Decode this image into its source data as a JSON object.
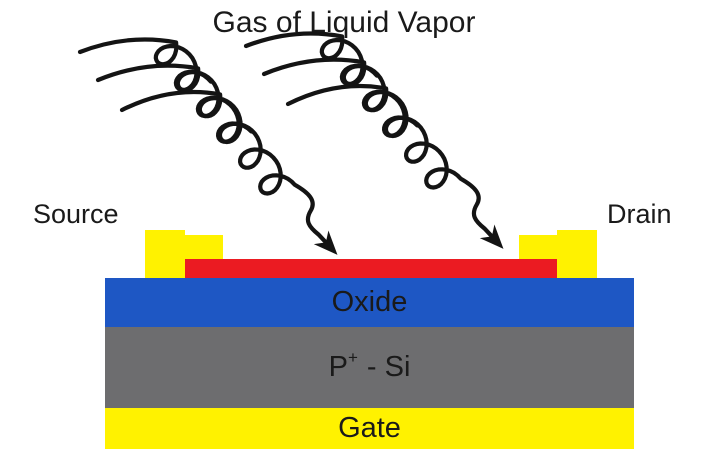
{
  "title": "Gas of Liquid Vapor",
  "electrodes": {
    "source_label": "Source",
    "drain_label": "Drain",
    "contact_color": "#FFF200"
  },
  "layers": {
    "sensing_film": {
      "color": "#EB1B22"
    },
    "oxide": {
      "label": "Oxide",
      "color": "#1E57C4"
    },
    "substrate": {
      "label_element": "P",
      "label_sup": "+",
      "label_suffix": "- Si",
      "color": "#6D6D6F"
    },
    "gate": {
      "label": "Gate",
      "color": "#FFF200"
    }
  },
  "arrows": {
    "count": 2,
    "color": "#141414"
  },
  "background_color": "#FFFFFF",
  "text_color": "#1A1A1A"
}
